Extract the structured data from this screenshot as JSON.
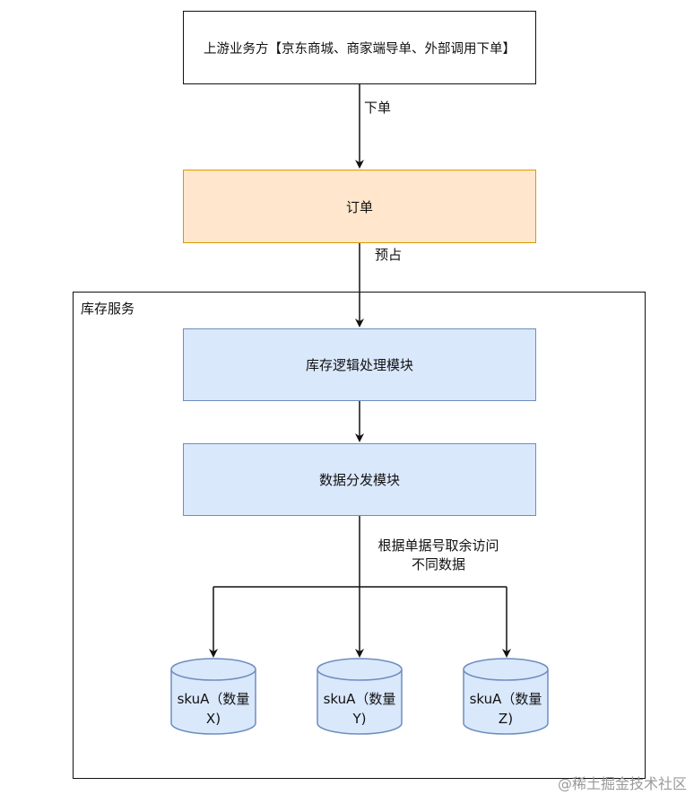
{
  "nodes": {
    "upstream": "上游业务方【京东商城、商家端导单、外部调用下单】",
    "order": "订单",
    "inventory_logic": "库存逻辑处理模块",
    "data_distribution": "数据分发模块"
  },
  "container": {
    "title": "库存服务"
  },
  "edges": {
    "place_order": "下单",
    "reserve": "预占",
    "route_line1": "根据单据号取余访问",
    "route_line2": "不同数据"
  },
  "databases": [
    {
      "line1": "skuA（数量",
      "line2": "X)"
    },
    {
      "line1": "skuA（数量",
      "line2": "Y)"
    },
    {
      "line1": "skuA（数量",
      "line2": "Z)"
    }
  ],
  "watermark": "@稀土掘金技术社区",
  "colors": {
    "order_fill": "#ffe6cc",
    "order_stroke": "#d79b00",
    "module_fill": "#dae8fc",
    "module_stroke": "#6c8ebf"
  }
}
